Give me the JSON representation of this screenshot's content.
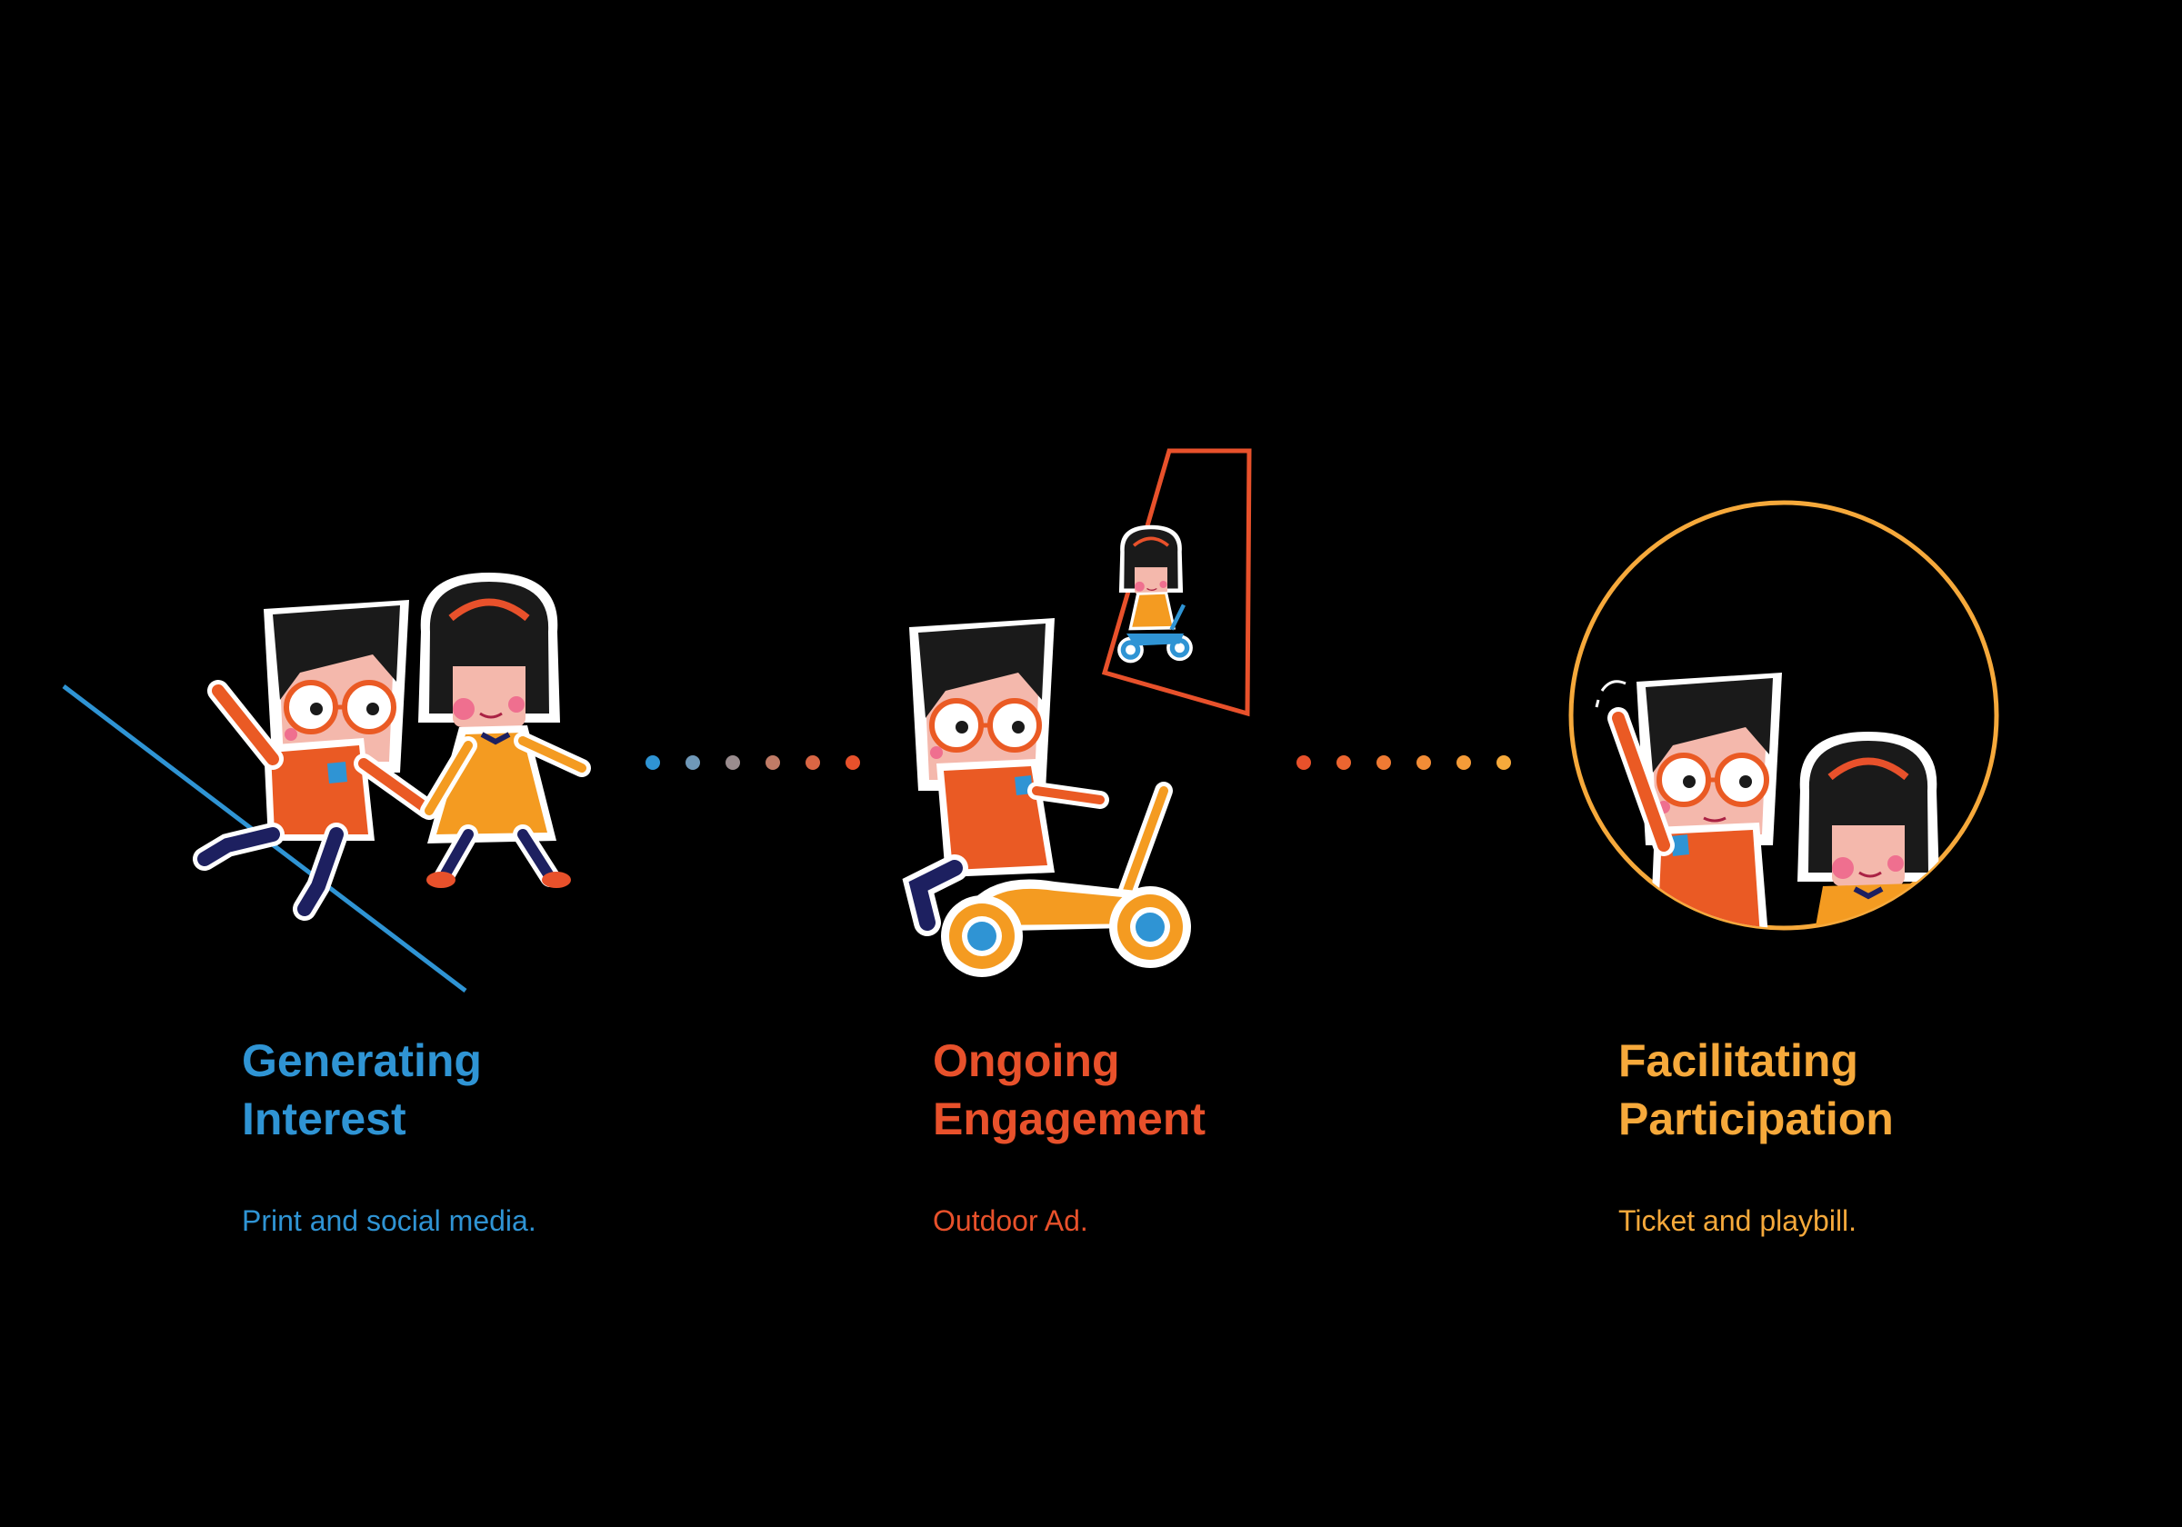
{
  "colors": {
    "background": "#000000",
    "blue": "#2f94d4",
    "red_orange": "#e8512b",
    "gold": "#f6a93b",
    "shirt": "#ea5a24",
    "dress": "#f49b21",
    "skin": "#f4b8ac",
    "hair": "#1a1a1a"
  },
  "stages": [
    {
      "title_line1": "Generating",
      "title_line2": "Interest",
      "subtitle": "Print and social media.",
      "color": "#2f94d4"
    },
    {
      "title_line1": "Ongoing",
      "title_line2": "Engagement",
      "subtitle": "Outdoor Ad.",
      "color": "#e8512b"
    },
    {
      "title_line1": "Facilitating",
      "title_line2": "Participation",
      "subtitle": "Ticket and playbill.",
      "color": "#f6a93b"
    }
  ],
  "connectors": [
    {
      "dot_colors": [
        "#2f94d4",
        "#6f98b8",
        "#9a8c8e",
        "#c07b66",
        "#d96644",
        "#e8512b"
      ]
    },
    {
      "dot_colors": [
        "#e8512b",
        "#ec6530",
        "#ef7a33",
        "#f28c36",
        "#f49b38",
        "#f6a93b"
      ]
    }
  ],
  "icons": {
    "stage_1": "boy-and-girl-walking-illustration",
    "stage_2": "boy-on-scooter-illustration",
    "stage_2_inset": "girl-on-scooter-billboard-illustration",
    "stage_3": "boy-waving-and-girl-in-circle-illustration"
  }
}
